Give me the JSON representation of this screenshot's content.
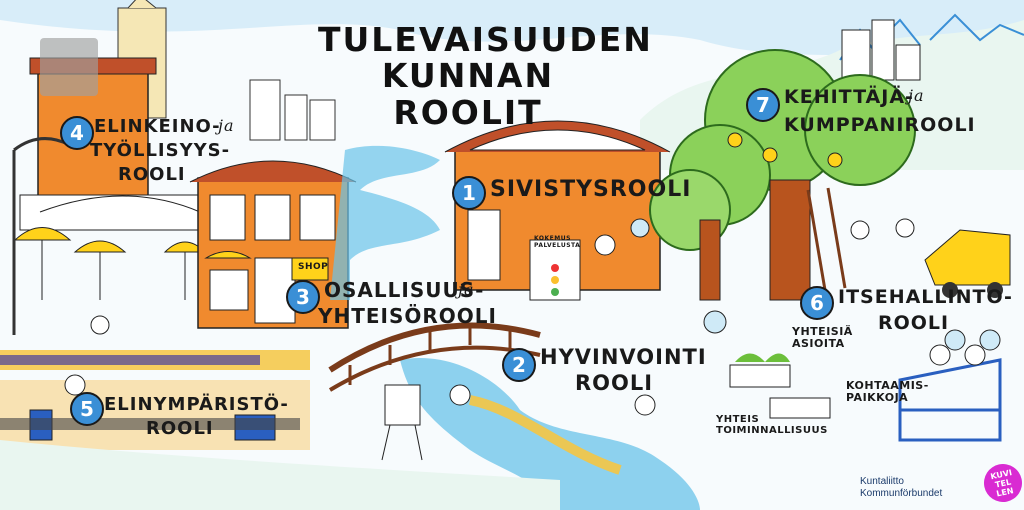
{
  "title": {
    "line1": "TULEVAISUUDEN",
    "line2": "KUNNAN ROOLIT"
  },
  "roles": [
    {
      "number": "1",
      "lines": [
        "SIVISTYSROOLI"
      ]
    },
    {
      "number": "2",
      "lines": [
        "HYVINVOINTI",
        "ROOLI"
      ]
    },
    {
      "number": "3",
      "lines": [
        "OSALLISUUS-",
        "YHTEISÖROOLI"
      ],
      "connector": "ja"
    },
    {
      "number": "4",
      "lines": [
        "ELINKEINO-",
        "TYÖLLISYYS-",
        "ROOLI"
      ],
      "connector": "ja"
    },
    {
      "number": "5",
      "lines": [
        "ELINYMPÄRISTÖ-",
        "ROOLI"
      ]
    },
    {
      "number": "6",
      "lines": [
        "ITSEHALLINTO-",
        "ROOLI"
      ]
    },
    {
      "number": "7",
      "lines": [
        "KEHITTÄJÄ-",
        "KUMPPANIROOLI"
      ],
      "connector": "ja"
    }
  ],
  "notes": {
    "yhteisia": "YHTEISIÄ\nASIOITA",
    "kohtaamis": "KOHTAAMIS-\nPAIKKOJA",
    "yhteistoiminnallisuus": "YHTEIS\nTOIMINNALLISUUS",
    "shop": "SHOP",
    "kokemus": "KOKEMUS\nPALVELUSTA"
  },
  "logo": {
    "line1": "Kuntaliitto",
    "line2": "Kommunförbundet"
  },
  "badge": {
    "text": "KUVI\nTEL\nLEN"
  },
  "colors": {
    "number_circle": "#3a8fd6",
    "building_orange": "#f08a2e",
    "sky": "#cfeaf7",
    "water": "#6ac3e8",
    "tree": "#8bd15a"
  }
}
